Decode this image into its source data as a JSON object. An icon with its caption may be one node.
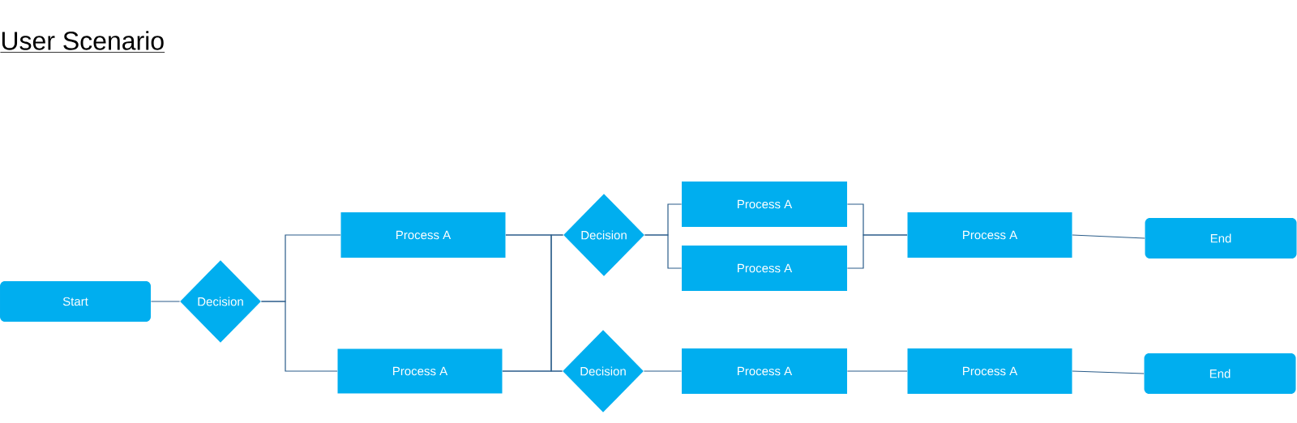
{
  "diagram": {
    "title": "User Scenario",
    "nodes": [
      {
        "text": [
          "Start"
        ]
      },
      {
        "text": [
          "Decision"
        ]
      },
      {
        "text": [
          "Process A"
        ]
      },
      {
        "text": [
          "Process A"
        ]
      },
      {
        "text": [
          "Decision"
        ]
      },
      {
        "text": [
          "Decision"
        ]
      },
      {
        "text": [
          "Process A"
        ]
      },
      {
        "text": [
          "Process A"
        ]
      },
      {
        "text": [
          "Process A"
        ]
      },
      {
        "text": [
          "End"
        ]
      },
      {
        "text": [
          "Process A"
        ]
      },
      {
        "text": [
          "Process A"
        ]
      },
      {
        "text": [
          "End"
        ]
      }
    ],
    "edges": [
      {
        "from": 0,
        "to": 1,
        "arrow": "none"
      },
      {
        "from": 1,
        "to": 2,
        "arrow": "none"
      },
      {
        "from": 1,
        "to": 3,
        "arrow": "none"
      },
      {
        "from": 2,
        "to": 4,
        "arrow": "none"
      },
      {
        "from": 2,
        "to": 5,
        "arrow": "none"
      },
      {
        "from": 3,
        "to": 4,
        "arrow": "none"
      },
      {
        "from": 3,
        "to": 5,
        "arrow": "none"
      },
      {
        "from": 4,
        "to": 6,
        "arrow": "none"
      },
      {
        "from": 4,
        "to": 7,
        "arrow": "none"
      },
      {
        "from": 6,
        "to": 8,
        "arrow": "none"
      },
      {
        "from": 7,
        "to": 8,
        "arrow": "none"
      },
      {
        "from": 8,
        "to": 9,
        "arrow": "none"
      },
      {
        "from": 5,
        "to": 10,
        "arrow": "none"
      },
      {
        "from": 10,
        "to": 11,
        "arrow": "none"
      },
      {
        "from": 11,
        "to": 12,
        "arrow": "none"
      }
    ]
  }
}
